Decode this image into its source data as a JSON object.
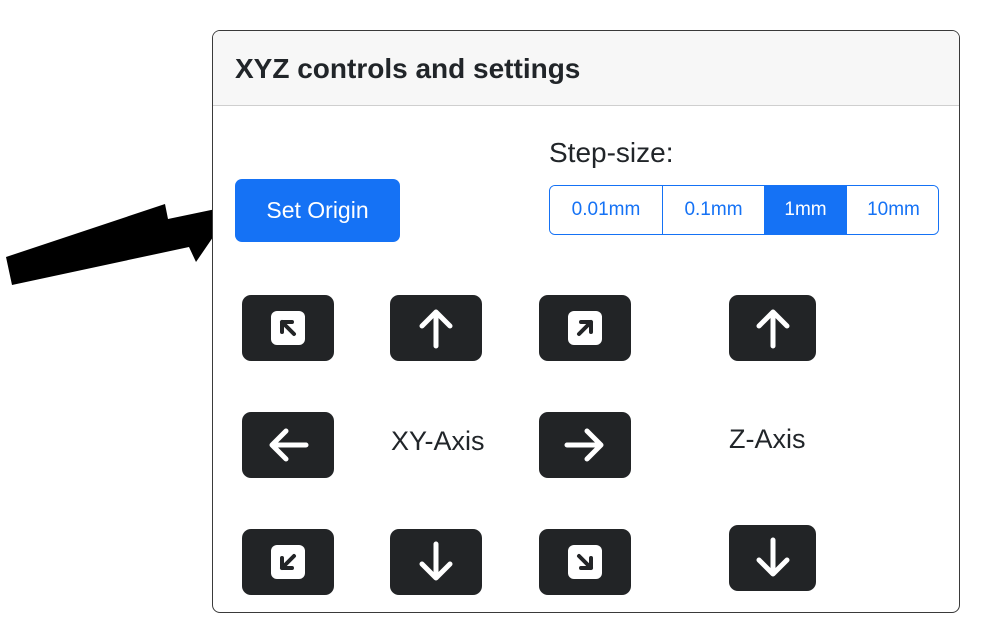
{
  "card": {
    "title": "XYZ controls and settings"
  },
  "set_origin": {
    "label": "Set Origin"
  },
  "step_size": {
    "label": "Step-size:",
    "options": [
      "0.01mm",
      "0.1mm",
      "1mm",
      "10mm"
    ],
    "selected": "1mm"
  },
  "xy_axis": {
    "label": "XY-Axis",
    "buttons": [
      "arrow-up-left-icon",
      "arrow-up-icon",
      "arrow-up-right-icon",
      "arrow-left-icon",
      "arrow-right-icon",
      "arrow-down-left-icon",
      "arrow-down-icon",
      "arrow-down-right-icon"
    ]
  },
  "z_axis": {
    "label": "Z-Axis",
    "buttons": [
      "arrow-up-icon",
      "arrow-down-icon"
    ]
  },
  "colors": {
    "primary": "#1572f5",
    "jog_button": "#222426",
    "callout_arrow": "#000000"
  }
}
